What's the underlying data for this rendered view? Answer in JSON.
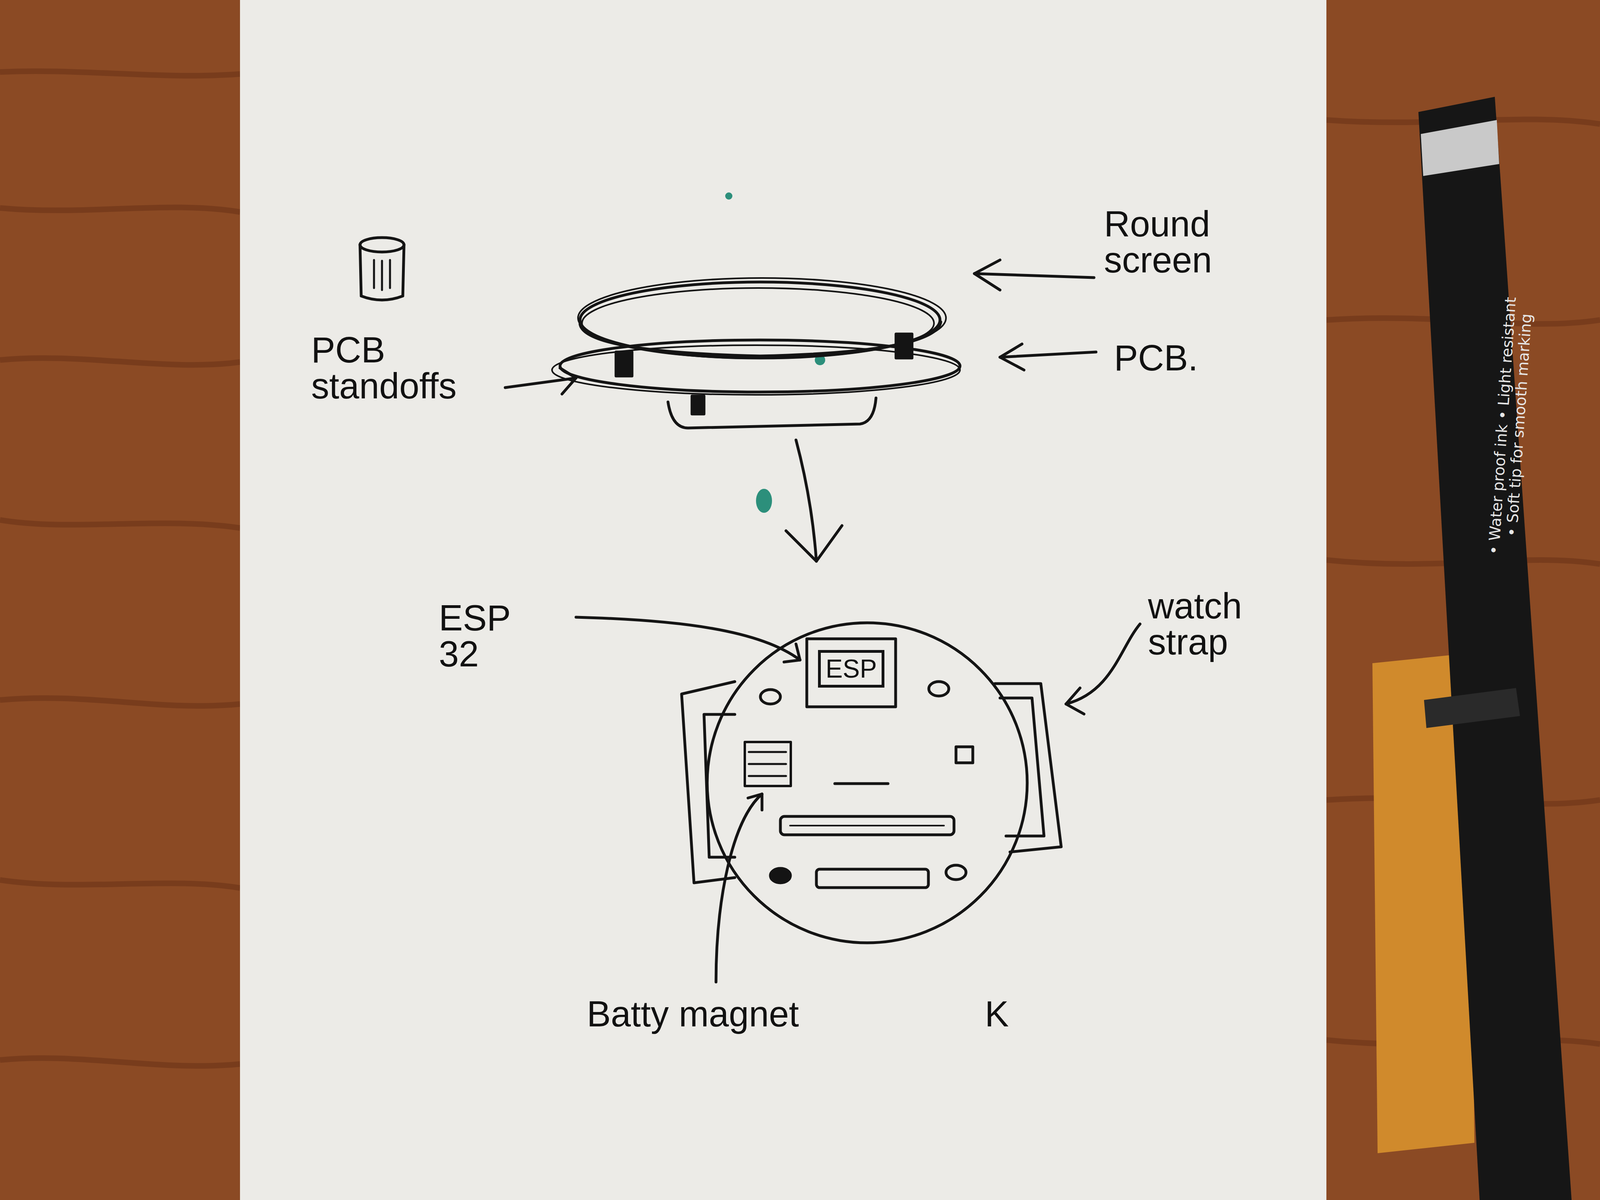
{
  "diagram": {
    "nodes": [
      {
        "text": [
          "ESP"
        ]
      }
    ],
    "labels": [
      "Round screen",
      "PCB.",
      "PCB standoffs",
      "ESP 32",
      "watch strap",
      "Batty magnet",
      "K",
      "• Water proof ink • Light resistant",
      "• Soft tip for smooth marking"
    ]
  }
}
